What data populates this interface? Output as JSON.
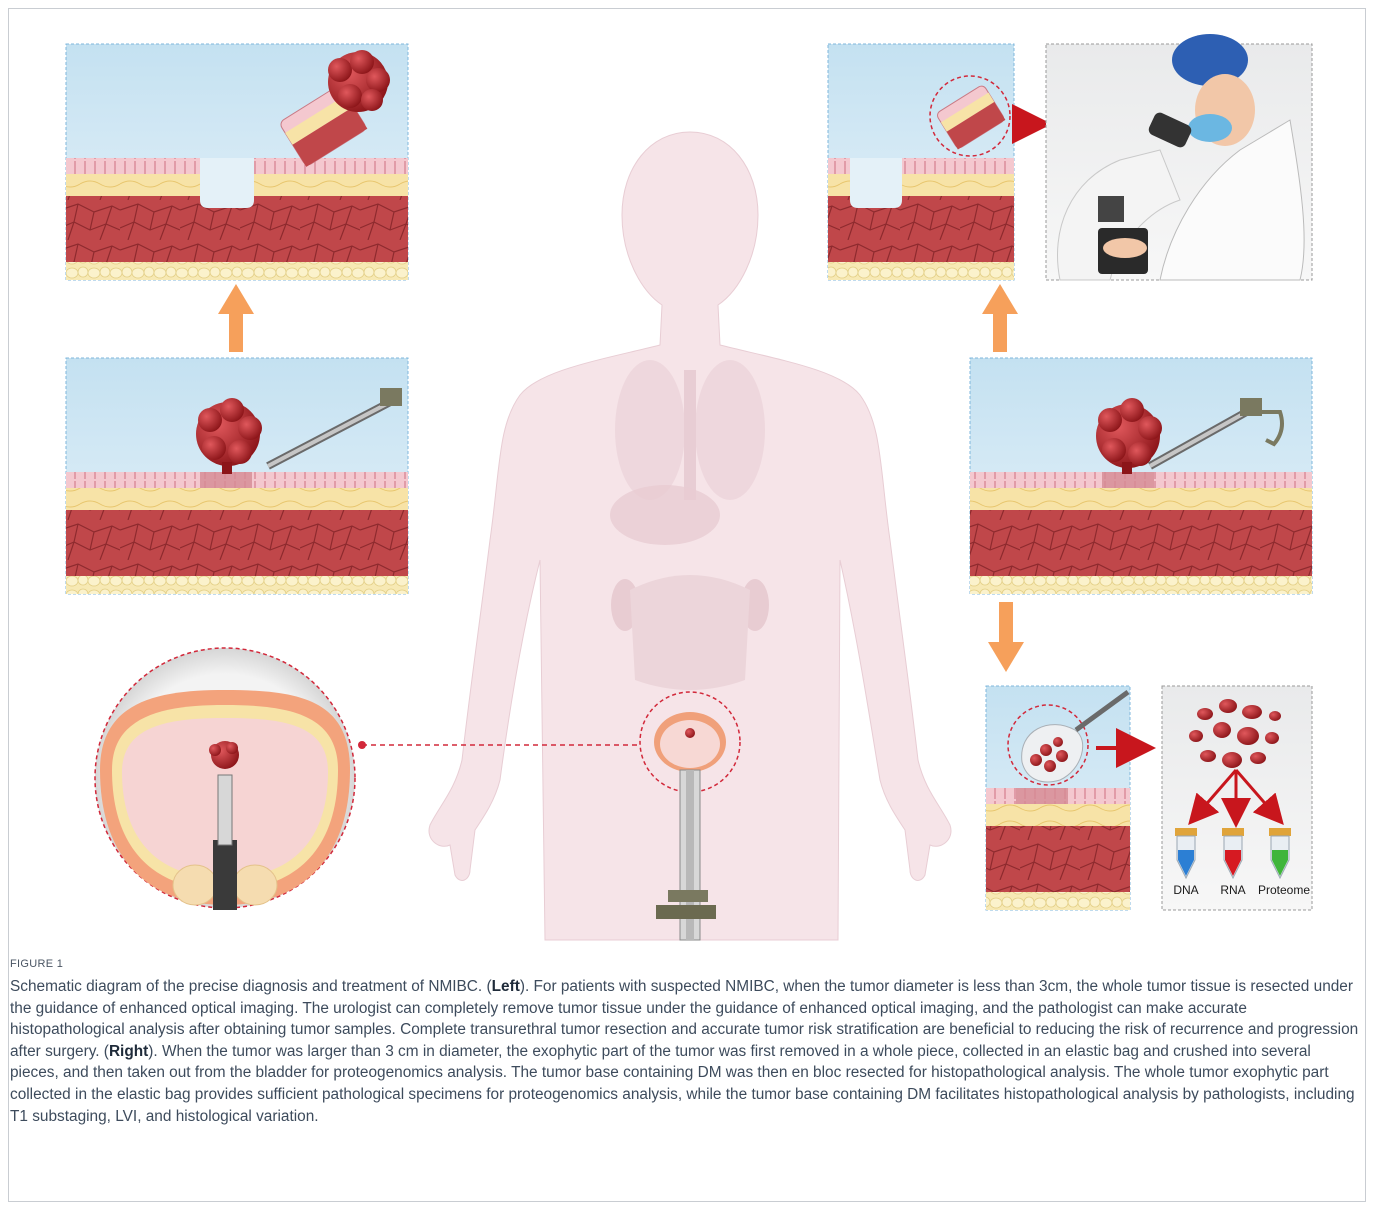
{
  "figure": {
    "label": "FIGURE 1",
    "tube_labels": [
      "DNA",
      "RNA",
      "Proteome"
    ]
  },
  "caption": {
    "intro": "Schematic diagram of the precise diagnosis and treatment of NMIBC. (",
    "left_word": "Left",
    "left_text": "). For patients with suspected NMIBC, when the tumor diameter is less than 3cm, the whole tumor tissue is resected under the guidance of enhanced optical imaging. The urologist can completely remove tumor tissue under the guidance of enhanced optical imaging, and the pathologist can make accurate histopathological analysis after obtaining tumor samples. Complete transurethral tumor resection and accurate tumor risk stratification are beneficial to reducing the risk of recurrence and progression after surgery. (",
    "right_word": "Right",
    "right_text": "). When the tumor was larger than 3 cm in diameter, the exophytic part of the tumor was first removed in a whole piece, collected in an elastic bag and crushed into several pieces, and then taken out from the bladder for proteogenomics analysis. The tumor base containing DM was then en bloc resected for histopathological analysis. The whole tumor exophytic part collected in the elastic bag provides sufficient pathological specimens for proteogenomics analysis, while the tumor base containing DM facilitates histopathological analysis by pathologists, including T1 substaging, LVI, and histological variation."
  },
  "colors": {
    "water": "#cfe6f3",
    "urothelium": "#f4c8cf",
    "lamina": "#f7e3a7",
    "muscle": "#c0474a",
    "fat": "#f7e9b4",
    "tumor": "#b5262c",
    "arrow_orange": "#f6a05b",
    "arrow_red": "#c8161d",
    "body": "#f6e4e8"
  }
}
